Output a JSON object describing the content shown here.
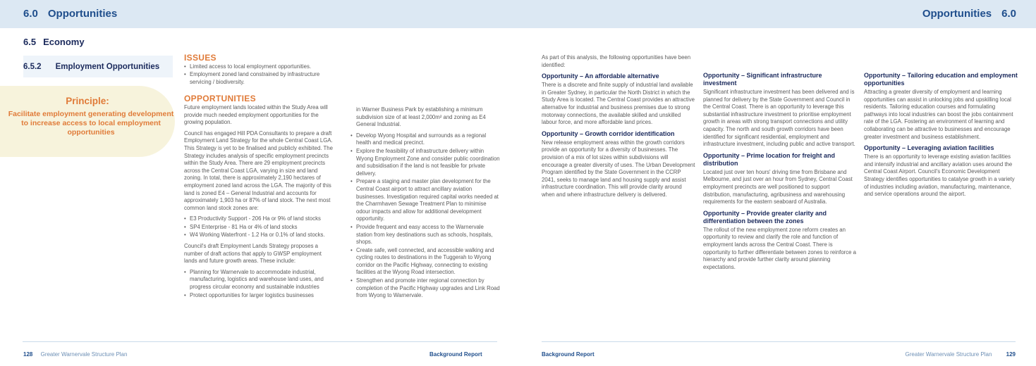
{
  "header": {
    "left": {
      "number": "6.0",
      "title": "Opportunities"
    },
    "right": {
      "number": "6.0",
      "title": "Opportunities"
    }
  },
  "section": {
    "number": "6.5",
    "title": "Economy"
  },
  "subsection": {
    "number": "6.5.2",
    "title": "Employment Opportunities"
  },
  "principle": {
    "heading": "Principle:",
    "text": "Facilitate employment generating development to increase access to local employment opportunities"
  },
  "columns": [
    [
      {
        "type": "h",
        "text": "ISSUES"
      },
      {
        "type": "ul",
        "items": [
          "Limited access to local employment opportunities.",
          "Employment zoned land constrained by infrastructure servicing / biodiversity."
        ]
      },
      {
        "type": "gap"
      },
      {
        "type": "h",
        "text": "OPPORTUNITIES"
      },
      {
        "type": "p",
        "text": "Future employment lands located within the Study Area will provide much needed employment opportunities for the growing population."
      },
      {
        "type": "p",
        "text": "Council has engaged Hill PDA Consultants to prepare a draft Employment Land Strategy for the whole Central Coast LGA. This Strategy is yet to be finalised and publicly exhibited. The Strategy includes analysis of specific employment precincts within the Study Area.  There are 29 employment precincts across the Central Coast LGA, varying in size and land zoning. In total, there is approximately 2,190 hectares of employment zoned land across the LGA. The majority of this land is zoned E4 – General Industrial and accounts for approximately 1,903 ha or 87% of land stock. The next most common land stock zones are:"
      },
      {
        "type": "ul",
        "items": [
          "E3 Productivity Support - 206 Ha or 9% of land stocks",
          "SP4 Enterprise - 81 Ha or 4% of land stocks",
          "W4 Working Waterfront - 1.2 Ha or 0.1% of land stocks."
        ]
      },
      {
        "type": "p",
        "text": "Council's draft Employment Lands Strategy proposes a number of draft actions that apply to GWSP employment lands and future growth areas. These include:"
      },
      {
        "type": "ul",
        "items": [
          "Planning for Warnervale to accommodate industrial, manufacturing, logistics and warehouse land uses, and progress circular economy and sustainable industries",
          "Protect opportunities for larger logistics businesses"
        ]
      }
    ],
    [
      {
        "type": "p",
        "indent": true,
        "text": "in Warner Business Park by establishing a minimum subdivision size of at least 2,000m² and zoning as E4 General Industrial."
      },
      {
        "type": "ul",
        "items": [
          "Develop Wyong Hospital and surrounds as a regional health and medical precinct.",
          "Explore the feasibility of infrastructure delivery within Wyong Employment Zone and consider public coordination and subsidisation if the land is not feasible for private delivery.",
          "Prepare a staging and master plan development for the Central Coast airport to attract ancillary aviation businesses. Investigation required capital works needed at the Charmhaven Sewage Treatment Plan to minimise odour impacts and allow for additional development opportunity.",
          "Provide frequent and easy access to the Warnervale station from key destinations such as schools, hospitals, shops.",
          "Create safe, well connected, and accessible walking and cycling routes to destinations in the Tuggerah to Wyong corridor on the Pacific Highway, connecting to existing facilities at the Wyong Road intersection.",
          "Strengthen and promote inter regional connection by completion of the Pacific Highway upgrades and Link Road from Wyong to Warnervale."
        ]
      }
    ],
    [
      {
        "type": "p",
        "text": "As part of this analysis, the following opportunities have been identified:"
      },
      {
        "type": "oh",
        "text": "Opportunity – An affordable alternative"
      },
      {
        "type": "p",
        "text": "There is a discrete and finite supply of industrial land available in Greater Sydney, in particular the North District in which the Study Area is located. The Central Coast provides an attractive alternative for industrial and business premises due to strong motorway connections, the available skilled and unskilled labour force, and more affordable land prices."
      },
      {
        "type": "oh",
        "text": "Opportunity – Growth corridor identification"
      },
      {
        "type": "p",
        "text": "New release employment areas within the growth corridors provide an opportunity for a diversity of businesses. The provision of a mix of lot sizes within subdivisions will encourage a greater diversity of uses. The Urban Development Program identified by the State Government in the CCRP 2041, seeks to manage land and housing supply and assist infrastructure coordination. This will provide clarity around when and where infrastructure delivery is delivered."
      }
    ],
    [
      {
        "type": "oh",
        "text": "Opportunity – Significant infrastructure investment"
      },
      {
        "type": "p",
        "text": "Significant infrastructure investment has been delivered and is planned for delivery by the State Government and Council in the Central Coast. There is an opportunity to leverage this substantial infrastructure investment to prioritise employment growth in areas with strong transport connections and utility capacity. The north and south growth corridors have been identified for significant residential, employment and infrastructure investment, including public and active transport."
      },
      {
        "type": "oh",
        "text": "Opportunity – Prime location for freight and distribution"
      },
      {
        "type": "p",
        "text": "Located just over ten hours' driving time from Brisbane and Melbourne, and just over an hour from Sydney, Central Coast employment precincts are well positioned to support distribution, manufacturing, agribusiness and warehousing requirements for the eastern seaboard of Australia."
      },
      {
        "type": "oh",
        "text": "Opportunity – Provide greater clarity and differentiation between the zones"
      },
      {
        "type": "p",
        "text": "The rollout of the new employment zone reform creates an opportunity to review and clarify the role and function of employment lands across the Central Coast. There is opportunity to further differentiate between zones to reinforce a hierarchy and provide further clarity around planning expectations."
      }
    ],
    [
      {
        "type": "oh",
        "text": "Opportunity – Tailoring education and employment opportunities"
      },
      {
        "type": "p",
        "text": "Attracting a greater diversity of employment and learning opportunities can assist in unlocking jobs and upskilling local residents. Tailoring education courses and formulating pathways into local industries can boost the jobs containment rate of the LGA. Fostering an environment of learning and collaborating can be attractive to businesses and encourage greater investment and business establishment."
      },
      {
        "type": "oh",
        "text": "Opportunity – Leveraging aviation facilities"
      },
      {
        "type": "p",
        "text": "There is an opportunity to leverage existing aviation facilities and intensify industrial and ancillary aviation uses around the Central Coast Airport. Council's Economic Development Strategy identifies opportunities to catalyse growth in a variety of industries including aviation, manufacturing, maintenance, and service operations around the airport."
      }
    ]
  ],
  "footer": {
    "left": {
      "page": "128",
      "title": "Greater Warnervale Structure Plan",
      "report": "Background Report"
    },
    "right": {
      "page": "129",
      "title": "Greater Warnervale Structure Plan",
      "report": "Background Report"
    }
  },
  "colors": {
    "band": "#dce8f3",
    "accent": "#e07b39",
    "navy": "#1b2a5c",
    "blue": "#1f4e8c",
    "principle_bg": "#f7f3dc"
  }
}
